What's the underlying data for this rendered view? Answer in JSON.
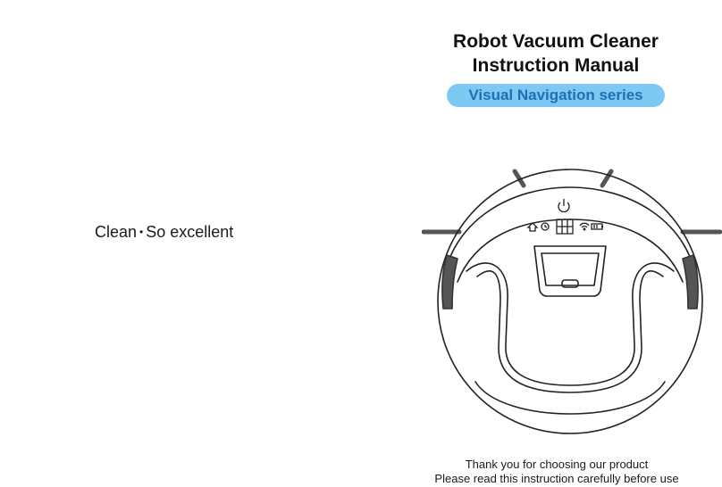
{
  "cover": {
    "title_line1": "Robot Vacuum Cleaner",
    "title_line2": "Instruction Manual",
    "series": "Visual Navigation series",
    "slogan_left": "Clean",
    "slogan_sep": "•",
    "slogan_right": "So excellent",
    "footer_line1": "Thank you for choosing our product",
    "footer_line2": "Please read this instruction carefully before use"
  },
  "colors": {
    "pill_bg": "#7ec8f4",
    "pill_text": "#1f6fb6",
    "line_art": "#222222",
    "bumper_gray": "#555555"
  },
  "icons": [
    "power-icon",
    "home-icon",
    "clock-icon",
    "display-grid-icon",
    "wifi-icon",
    "battery-icon"
  ]
}
